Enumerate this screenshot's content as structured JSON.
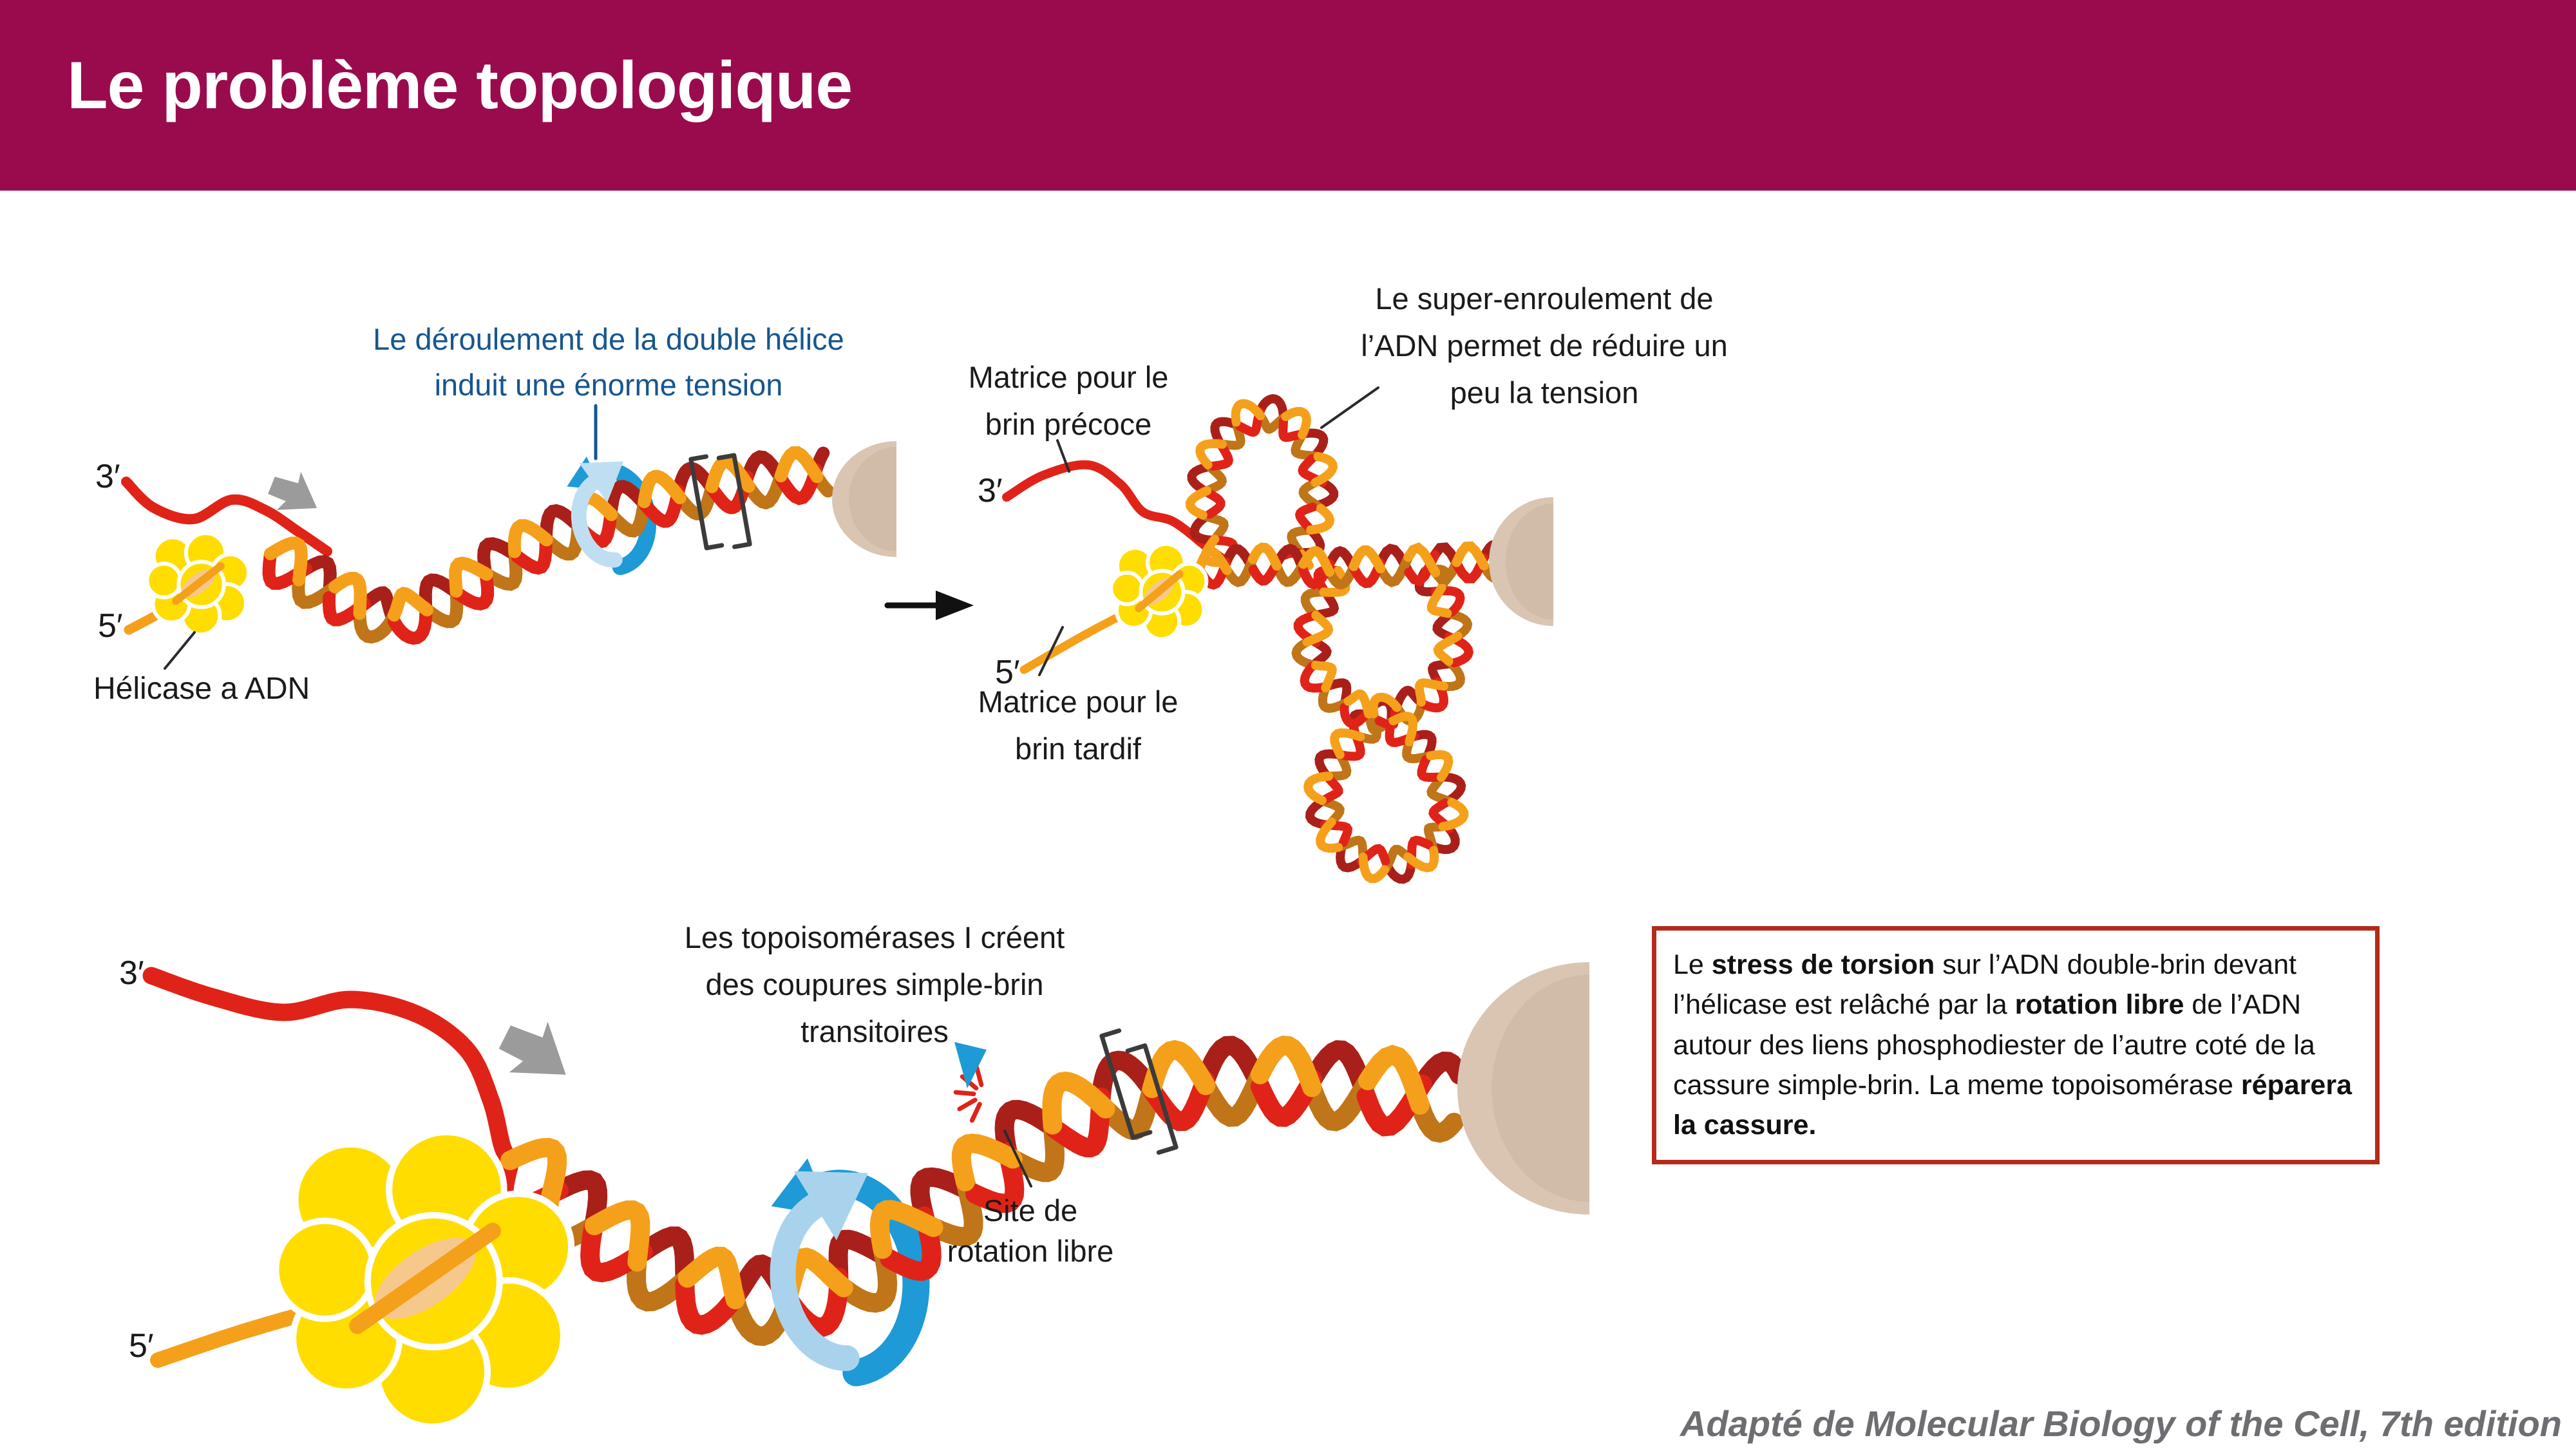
{
  "title": "Le problème topologique",
  "colors": {
    "banner": "#9A0B4E",
    "caption_blue": "#17568E",
    "strand_red": "#E02318",
    "strand_red_dark": "#A9201A",
    "strand_orange": "#F5A01B",
    "strand_orange_dark": "#C07519",
    "helicase_yellow": "#FFDD00",
    "helicase_core": "#F7C88C",
    "ring_blue": "#1E9AD6",
    "ring_blue_light_1": "#BFDEF2",
    "ring_blue_light_3": "#A9D3EC",
    "cone_tan": "#D9C5B2",
    "cone_tan_dark": "#BEA48B",
    "arrow_gray": "#9B9B9B",
    "pointer_black": "#2B2B2B",
    "box_border_red": "#B52A1C",
    "attribution_gray": "#6D6E71",
    "text_black": "#1A1A1A"
  },
  "diagram1": {
    "caption": "Le déroulement de la double hélice\ninduit une énorme tension",
    "label_3prime": "3′",
    "label_5prime": "5′",
    "helicase_label": "Hélicase a ADN"
  },
  "diagram2": {
    "template_leading": "Matrice pour le\nbrin précoce",
    "supercoil_caption": "Le super-enroulement de\nl’ADN permet de réduire un\npeu la tension",
    "label_3prime": "3′",
    "label_5prime": "5′",
    "template_lagging": "Matrice pour le\nbrin tardif"
  },
  "diagram3": {
    "topo_caption": "Les topoisomérases I créent\ndes coupures simple-brin\ntransitoires",
    "site_label": "Site de\nrotation libre",
    "label_3prime": "3′",
    "label_5prime": "5′"
  },
  "infobox": {
    "segments": [
      {
        "text": "Le ",
        "bold": false
      },
      {
        "text": "stress de torsion",
        "bold": true
      },
      {
        "text": " sur l’ADN double-brin devant l’hélicase est relâché par la ",
        "bold": false
      },
      {
        "text": "rotation libre",
        "bold": true
      },
      {
        "text": " de l’ADN autour des liens phosphodiester de l’autre coté de la cassure simple-brin. La meme topoisomérase ",
        "bold": false
      },
      {
        "text": "réparera la cassure.",
        "bold": true
      }
    ]
  },
  "attribution": "Adapté de Molecular Biology of the Cell, 7th edition"
}
